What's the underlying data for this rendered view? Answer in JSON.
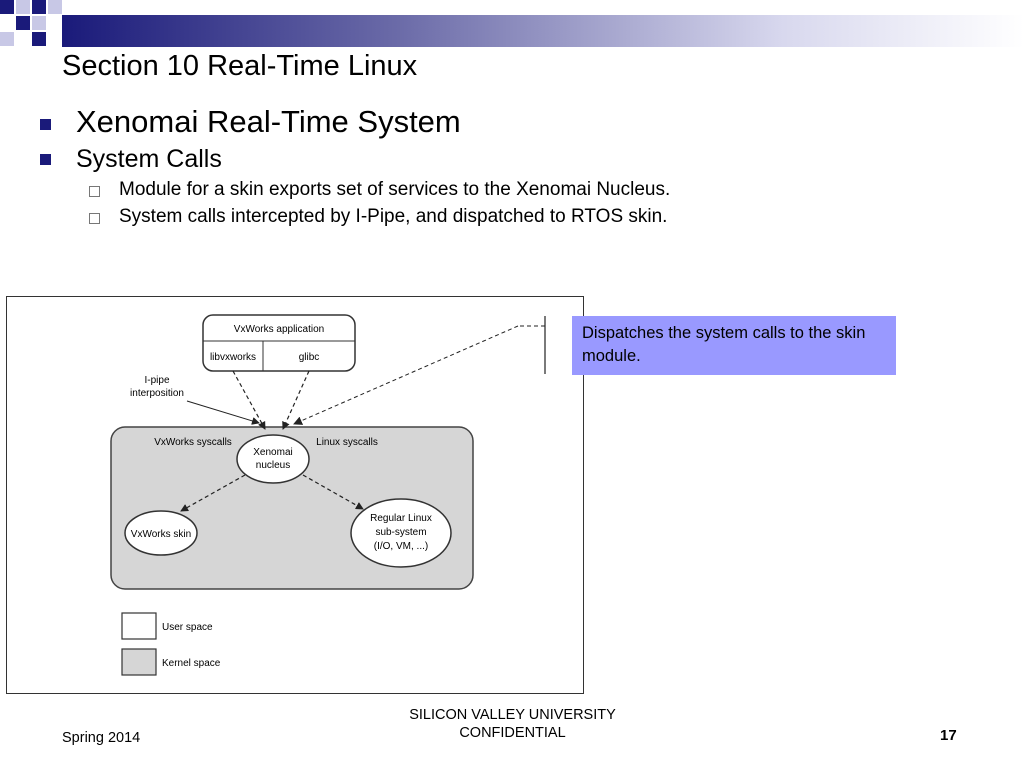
{
  "slide": {
    "title": "Section 10  Real-Time Linux",
    "bullet_1": "Xenomai Real-Time System",
    "bullet_2": "System Calls",
    "sub_1": "Module for a skin exports set of services to the Xenomai Nucleus.",
    "sub_2": "System calls intercepted by I-Pipe, and dispatched to RTOS skin.",
    "callout": "Dispatches the system calls to the skin module.",
    "footer_left": "Spring 2014",
    "footer_center_line1": "SILICON VALLEY UNIVERSITY",
    "footer_center_line2": "CONFIDENTIAL",
    "page_number": "17"
  },
  "diagram": {
    "app_title": "VxWorks application",
    "lib_1": "libvxworks",
    "lib_2": "glibc",
    "ipipe_line1": "I-pipe",
    "ipipe_line2": "interposition",
    "vx_syscalls": "VxWorks syscalls",
    "linux_syscalls": "Linux syscalls",
    "nucleus_line1": "Xenomai",
    "nucleus_line2": "nucleus",
    "vx_skin": "VxWorks skin",
    "linux_line1": "Regular Linux",
    "linux_line2": "sub-system",
    "linux_line3": "(I/O, VM, ...)",
    "legend_user": "User space",
    "legend_kernel": "Kernel space"
  },
  "colors": {
    "accent": "#1a1a7a",
    "callout_bg": "#9999ff",
    "kernel_fill": "#d6d6d6"
  }
}
